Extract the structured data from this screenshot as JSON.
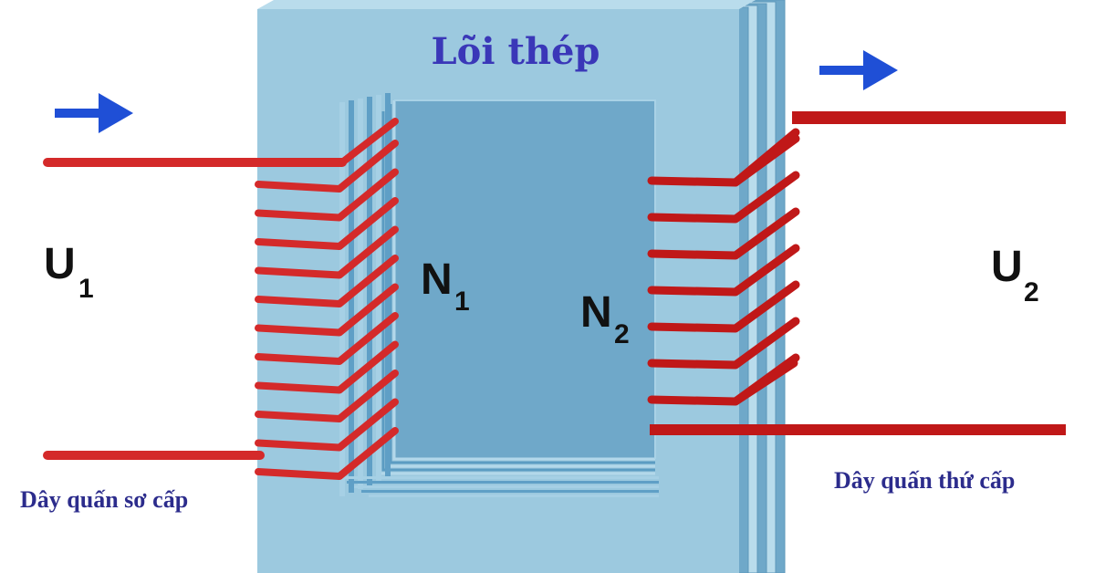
{
  "core": {
    "label": "Lõi thép"
  },
  "primary": {
    "voltage_symbol": "U",
    "voltage_subscript": "1",
    "turns_symbol": "N",
    "turns_subscript": "1",
    "winding_label": "Dây quấn sơ cấp",
    "turn_count": 11
  },
  "secondary": {
    "voltage_symbol": "U",
    "voltage_subscript": "2",
    "turns_symbol": "N",
    "turns_subscript": "2",
    "winding_label": "Dây quấn thứ cấp",
    "turn_count": 7
  },
  "colors": {
    "core": "#9cc9df",
    "core_side": "#6fa8c9",
    "core_edge": "#b9dcec",
    "wire": "#d42a2a",
    "wire_dark": "#c01818",
    "arrow": "#1f4fd6",
    "label": "#2c2c8c"
  }
}
